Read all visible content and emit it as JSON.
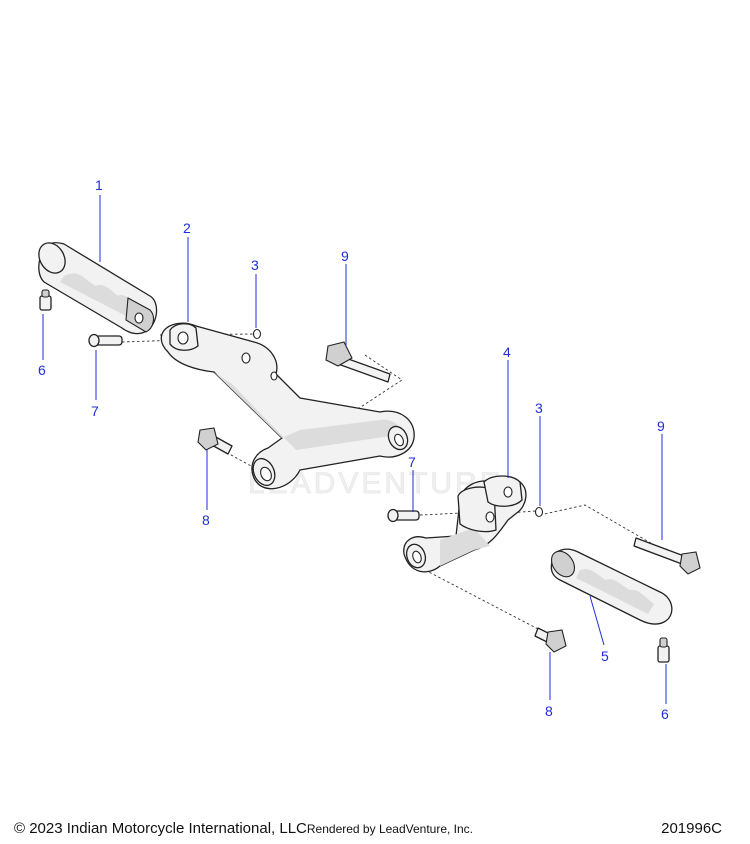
{
  "callouts": {
    "c1": "1",
    "c2": "2",
    "c3a": "3",
    "c3b": "3",
    "c4": "4",
    "c5": "5",
    "c6a": "6",
    "c6b": "6",
    "c7a": "7",
    "c7b": "7",
    "c8a": "8",
    "c8b": "8",
    "c9a": "9",
    "c9b": "9"
  },
  "watermark": "LEADVENTURE",
  "footer": {
    "copyright": "© 2023 Indian Motorcycle International, LLC",
    "rendered_by": "Rendered by LeadVenture, Inc.",
    "diagram_code": "201996C"
  },
  "colors": {
    "callout": "#1f2fd6",
    "line_art": "#222222",
    "watermark": "#e4e4e4"
  }
}
